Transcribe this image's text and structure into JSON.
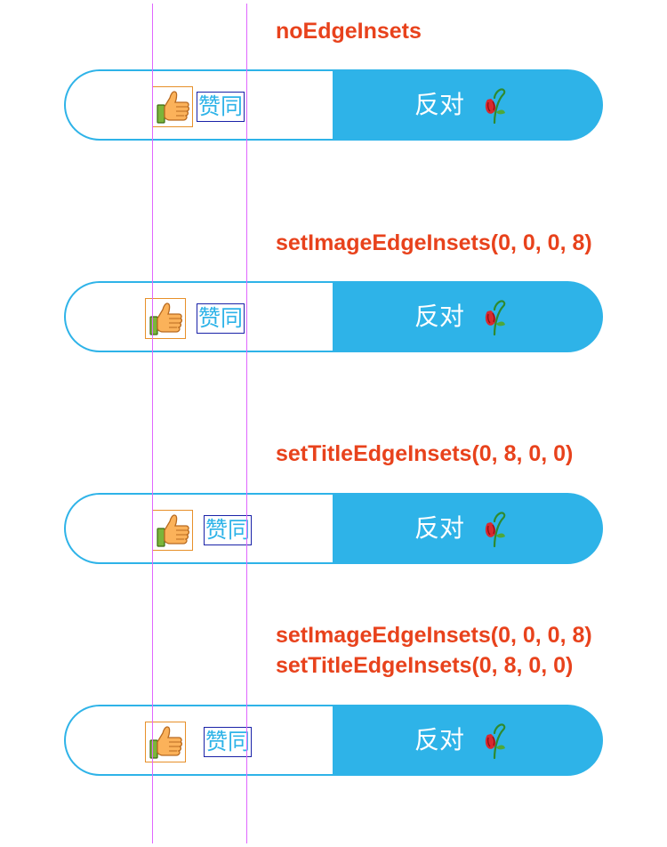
{
  "examples": [
    {
      "captions": [
        "noEdgeInsets"
      ],
      "agree_label": "赞同",
      "agree_icon": "thumbs-up-icon",
      "oppose_label": "反对",
      "oppose_icon": "wilted-rose-icon"
    },
    {
      "captions": [
        "setImageEdgeInsets(0, 0, 0, 8)"
      ],
      "agree_label": "赞同",
      "agree_icon": "thumbs-up-icon",
      "oppose_label": "反对",
      "oppose_icon": "wilted-rose-icon"
    },
    {
      "captions": [
        "setTitleEdgeInsets(0, 8, 0, 0)"
      ],
      "agree_label": "赞同",
      "agree_icon": "thumbs-up-icon",
      "oppose_label": "反对",
      "oppose_icon": "wilted-rose-icon"
    },
    {
      "captions": [
        "setImageEdgeInsets(0, 0, 0, 8)",
        "setTitleEdgeInsets(0, 8, 0, 0)"
      ],
      "agree_label": "赞同",
      "agree_icon": "thumbs-up-icon",
      "oppose_label": "反对",
      "oppose_icon": "wilted-rose-icon"
    }
  ],
  "colors": {
    "caption": "#e8421c",
    "accent": "#2eb3e8",
    "guide": "#e066ff",
    "image_frame": "#e7902a",
    "title_frame": "#1a22a8"
  }
}
